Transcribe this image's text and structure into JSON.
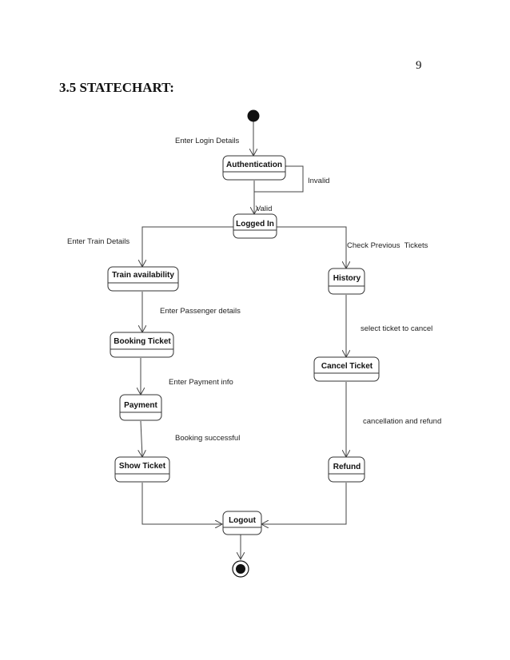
{
  "page": {
    "number": "9",
    "heading": "3.5 STATECHART:"
  },
  "states": {
    "authentication": "Authentication",
    "logged_in": "Logged In",
    "train_availability": "Train availability",
    "history": "History",
    "booking_ticket": "Booking Ticket",
    "cancel_ticket": "Cancel Ticket",
    "payment": "Payment",
    "show_ticket": "Show Ticket",
    "refund": "Refund",
    "logout": "Logout"
  },
  "transitions": {
    "enter_login_details": "Enter Login Details",
    "invalid": "Invalid",
    "valid": "Valid",
    "enter_train_details": "Enter Train Details",
    "check_previous_tickets": "Check Previous  Tickets",
    "enter_passenger_details": "Enter Passenger details",
    "select_ticket_to_cancel": "select ticket to cancel",
    "enter_payment_info": "Enter Payment info",
    "cancellation_and_refund": "cancellation and refund",
    "booking_successful": "Booking successful"
  }
}
